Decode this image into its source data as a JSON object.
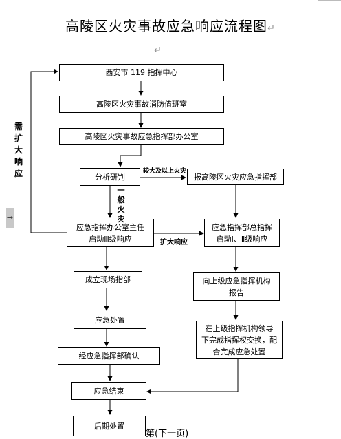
{
  "document": {
    "title": "高陵区火灾事故应急响应流程图",
    "paragraph_mark": "↵",
    "indent_marker": "→",
    "footer_text": "第(下一页)"
  },
  "boxes": {
    "b1": "西安市 119 指挥中心",
    "b2": "高陵区火灾事故消防值班室",
    "b3": "高陵区火灾事故应急指挥部办公室",
    "b4": "分析研判",
    "b5": "报高陵区火灾应急指挥部",
    "b6": "应急指挥办公室主任\n启动Ⅲ级响应",
    "b7": "应急指挥部总指挥\n启动Ⅰ、Ⅱ级响应",
    "b8": "成立现场指部",
    "b9": "向上级应急指挥机构\n报告",
    "b10": "应急处置",
    "b11": "在上级指挥机构领导\n下完成指挥权交换，配\n合完成应急处置",
    "b12": "经应急指挥部确认",
    "b13": "应急结束",
    "b14": "后期处置"
  },
  "labels": {
    "expand_response_vertical": "需扩大响应",
    "major_fire": "较大及以上火灾",
    "general_fire": "一般火灾",
    "expand_response": "扩大响应"
  }
}
